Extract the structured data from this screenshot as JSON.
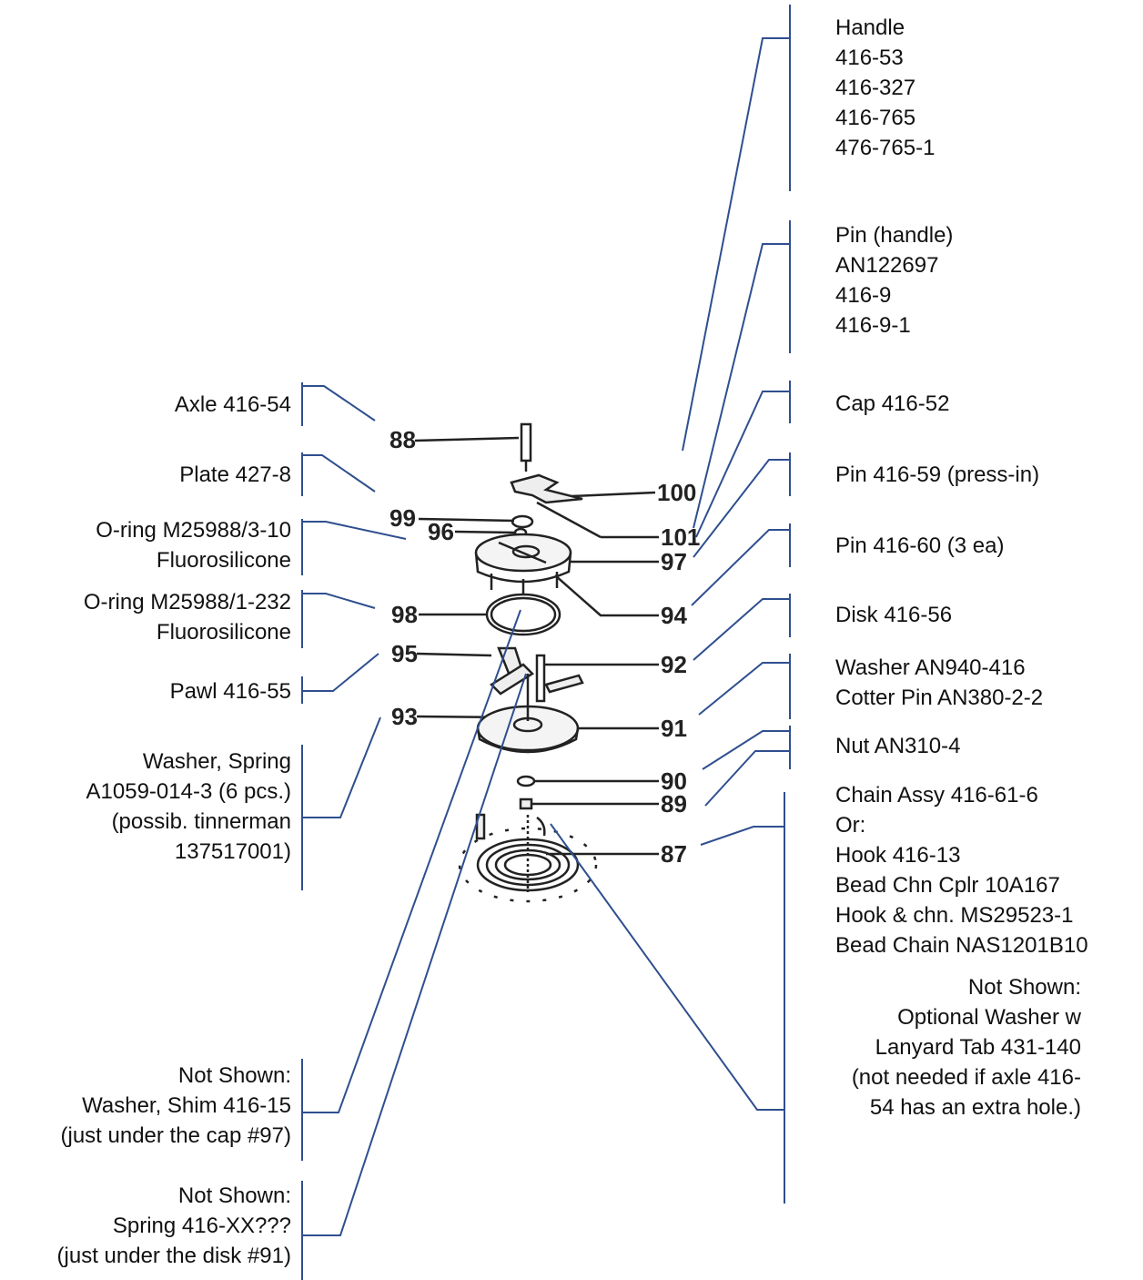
{
  "diagram": {
    "leader_color": "#2f4f8f",
    "drawing_color": "#222222",
    "callout_numbers": [
      "88",
      "99",
      "96",
      "98",
      "95",
      "93",
      "100",
      "101",
      "97",
      "94",
      "92",
      "91",
      "90",
      "89",
      "87"
    ],
    "labels": {
      "handle": [
        "Handle",
        "416-53",
        "416-327",
        "416-765",
        "476-765-1"
      ],
      "pin_handle": [
        "Pin (handle)",
        "AN122697",
        "416-9",
        "416-9-1"
      ],
      "cap": [
        "Cap 416-52"
      ],
      "pin_press": [
        "Pin 416-59 (press-in)"
      ],
      "pin_3ea": [
        "Pin 416-60 (3 ea)"
      ],
      "disk": [
        "Disk 416-56"
      ],
      "washer_cotter": [
        "Washer AN940-416",
        "Cotter Pin AN380-2-2"
      ],
      "nut": [
        "Nut AN310-4"
      ],
      "chain": [
        "Chain Assy 416-61-6",
        "Or:",
        "Hook 416-13",
        "Bead Chn Cplr 10A167",
        "Hook & chn. MS29523-1",
        "Bead Chain NAS1201B10"
      ],
      "not_shown_lanyard": [
        "Not Shown:",
        "Optional Washer w",
        "Lanyard Tab 431-140",
        "(not needed if axle 416-",
        "54 has an extra hole.)"
      ],
      "axle": [
        "Axle 416-54"
      ],
      "plate": [
        "Plate 427-8"
      ],
      "oring1": [
        "O-ring M25988/3-10",
        "Fluorosilicone"
      ],
      "oring2": [
        "O-ring M25988/1-232",
        "Fluorosilicone"
      ],
      "pawl": [
        "Pawl 416-55"
      ],
      "washer_spring": [
        "Washer, Spring",
        "A1059-014-3 (6 pcs.)",
        "(possib. tinnerman",
        "137517001)"
      ],
      "not_shown_shim": [
        "Not Shown:",
        "Washer, Shim 416-15",
        "(just under the cap #97)"
      ],
      "not_shown_spring": [
        "Not Shown:",
        "Spring 416-XX???",
        "(just under the disk #91)"
      ]
    }
  }
}
